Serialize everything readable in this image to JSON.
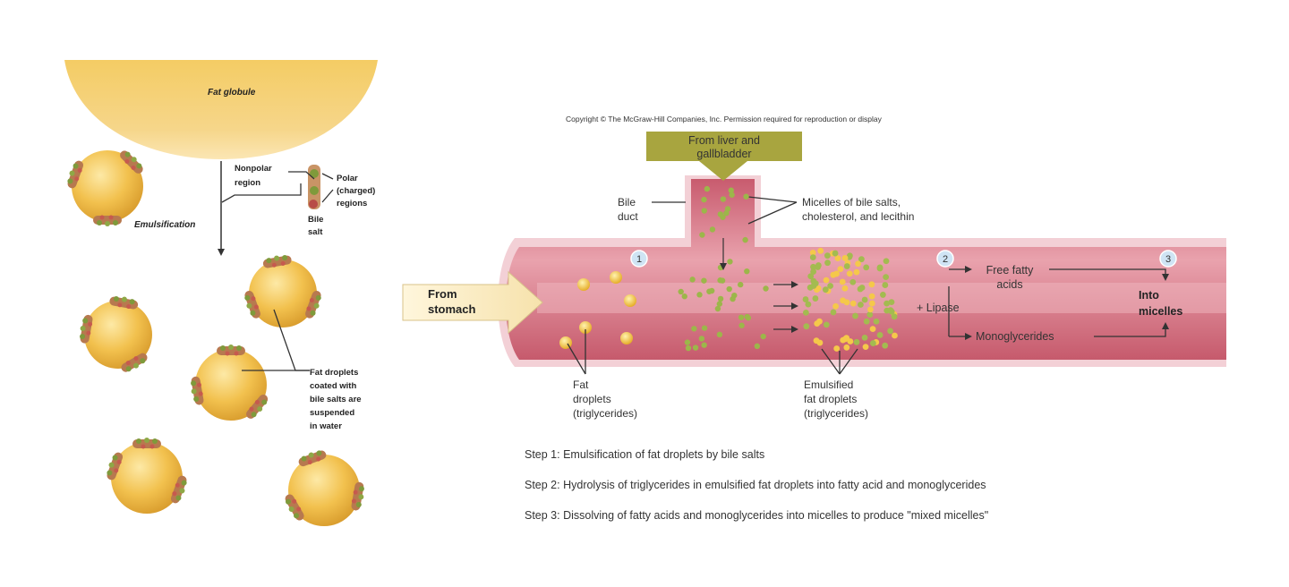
{
  "emulsification_panel": {
    "fat_globule_label": "Fat globule",
    "nonpolar_label_1": "Nonpolar",
    "nonpolar_label_2": "region",
    "polar_label_1": "Polar",
    "polar_label_2": "(charged)",
    "polar_label_3": "regions",
    "bile_salt_label_1": "Bile",
    "bile_salt_label_2": "salt",
    "emulsification_label": "Emulsification",
    "droplets_label_lines": [
      "Fat droplets",
      "coated with",
      "bile salts are",
      "suspended",
      "in water"
    ]
  },
  "digestion_panel": {
    "copyright": "Copyright © The McGraw-Hill Companies, Inc. Permission required for reproduction or display",
    "liver_label_1": "From liver and",
    "liver_label_2": "gallbladder",
    "bile_duct_1": "Bile",
    "bile_duct_2": "duct",
    "micelles_label_1": "Micelles of bile salts,",
    "micelles_label_2": "cholesterol, and lecithin",
    "stomach_label_1": "From",
    "stomach_label_2": "stomach",
    "step_badges": [
      "1",
      "2",
      "3"
    ],
    "free_fatty_1": "Free fatty",
    "free_fatty_2": "acids",
    "lipase_label": "+ Lipase",
    "monoglycerides_label": "Monoglycerides",
    "into_micelles_1": "Into",
    "into_micelles_2": "micelles",
    "fat_droplets_lines": [
      "Fat",
      "droplets",
      "(triglycerides)"
    ],
    "emulsified_lines": [
      "Emulsified",
      "fat droplets",
      "(triglycerides)"
    ]
  },
  "steps": [
    "Step 1: Emulsification of fat droplets by bile salts",
    "Step 2: Hydrolysis of triglycerides in emulsified fat droplets into fatty acid and monoglycerides",
    "Step 3: Dissolving of fatty acids and monoglycerides into micelles to produce \"mixed micelles\""
  ],
  "colors": {
    "fat": "#f2c14e",
    "bile_salt": "#b7794f",
    "intestine": "#d8808c",
    "intestine_edge": "#f3cfd5",
    "liver_arrow": "#a8a53f",
    "stomach_arrow": "#fbeec8",
    "micelle": "#9cb64a",
    "badge": "#cfe4f4"
  }
}
